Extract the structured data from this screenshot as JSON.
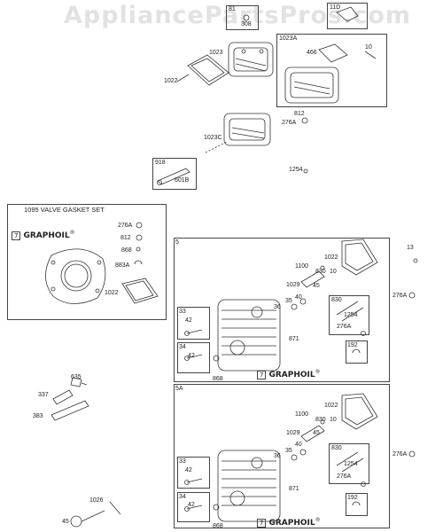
{
  "watermark": "AppliancePartsPros.com",
  "boxes": {
    "b81": "81",
    "b81_ref": "308",
    "b11d": "11D",
    "b1023a": "1023A",
    "b918": "918",
    "gasket_title": "1095 VALVE GASKET SET",
    "b5": "5",
    "b5a": "5A",
    "b33a": "33",
    "b34a": "34",
    "b830a": "830",
    "b192a": "192",
    "b33b": "33",
    "b34b": "34",
    "b830b": "830",
    "b192b": "192"
  },
  "graphoil": {
    "num": "7",
    "text": "GRAPHOIL",
    "reg": "®"
  },
  "labels": {
    "l1023": "1023",
    "l1022_top": "1022",
    "l466": "466",
    "l10": "10",
    "l1023c": "1023C",
    "l812_top": "812",
    "l276a_top": "276A",
    "l1254_top": "1254",
    "l601b": "601B",
    "g276a": "276A",
    "g812": "812",
    "g868": "868",
    "g883a": "883A",
    "g1022": "1022",
    "r13": "13",
    "r276a_1": "276A",
    "r276a_2": "276A",
    "u1022": "1022",
    "u1100": "1100",
    "u830": "830",
    "u10": "10",
    "u1029": "1029",
    "u45": "45",
    "u40": "40",
    "u36": "36",
    "u35": "35",
    "u42": "42",
    "u42b": "42",
    "u1254": "1254",
    "u276a": "276A",
    "u871": "871",
    "u868": "868",
    "d1022": "1022",
    "d1100": "1100",
    "d830": "830",
    "d10": "10",
    "d1029": "1029",
    "d45": "45",
    "d40": "40",
    "d36": "36",
    "d35": "35",
    "d42": "42",
    "d42b": "42",
    "d1254": "1254",
    "d276a": "276A",
    "d871": "871",
    "d868": "868",
    "p635": "635",
    "p337": "337",
    "p383": "383",
    "p1026": "1026",
    "p45": "45"
  }
}
